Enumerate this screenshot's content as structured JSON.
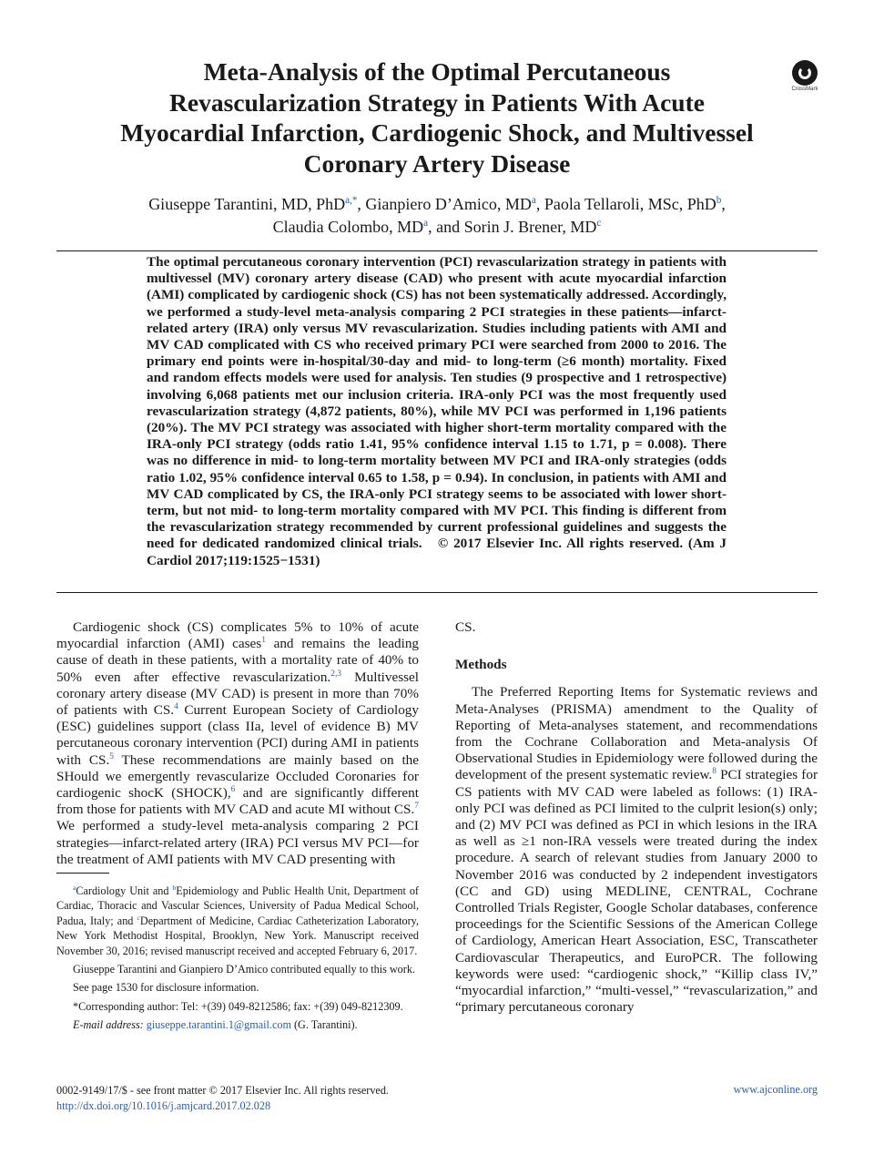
{
  "header": {
    "title_lines": [
      "Meta-Analysis of the Optimal Percutaneous",
      "Revascularization Strategy in Patients With Acute",
      "Myocardial Infarction, Cardiogenic Shock, and Multivessel",
      "Coronary Artery Disease"
    ],
    "crossmark_label": "CrossMark",
    "authors": {
      "a1": "Giuseppe Tarantini, MD, PhD",
      "a1_sup": "a,*",
      "a2": ", Gianpiero D’Amico, MD",
      "a2_sup": "a",
      "a3": ", Paola Tellaroli, MSc, PhD",
      "a3_sup": "b",
      "a3_end": ",",
      "a4": "Claudia Colombo, MD",
      "a4_sup": "a",
      "a5": ", and Sorin J. Brener, MD",
      "a5_sup": "c"
    }
  },
  "abstract": "The optimal percutaneous coronary intervention (PCI) revascularization strategy in patients with multivessel (MV) coronary artery disease (CAD) who present with acute myocardial infarction (AMI) complicated by cardiogenic shock (CS) has not been systematically addressed. Accordingly, we performed a study-level meta-analysis comparing 2 PCI strategies in these patients—infarct-related artery (IRA) only versus MV revascularization. Studies including patients with AMI and MV CAD complicated with CS who received primary PCI were searched from 2000 to 2016. The primary end points were in-hospital/30-day and mid- to long-term (≥6 month) mortality. Fixed and random effects models were used for analysis. Ten studies (9 prospective and 1 retrospective) involving 6,068 patients met our inclusion criteria. IRA-only PCI was the most frequently used revascularization strategy (4,872 patients, 80%), while MV PCI was performed in 1,196 patients (20%). The MV PCI strategy was associated with higher short-term mortality compared with the IRA-only PCI strategy (odds ratio 1.41, 95% confidence interval 1.15 to 1.71, p = 0.008). There was no difference in mid- to long-term mortality between MV PCI and IRA-only strategies (odds ratio 1.02, 95% confidence interval 0.65 to 1.58, p = 0.94). In conclusion, in patients with AMI and MV CAD complicated by CS, the IRA-only PCI strategy seems to be associated with lower short-term, but not mid- to long-term mortality compared with MV PCI. This finding is different from the revascularization strategy recommended by current professional guidelines and suggests the need for dedicated randomized clinical trials.   © 2017 Elsevier Inc. All rights reserved. (Am J Cardiol 2017;119:1525−1531)",
  "intro": {
    "t1": "Cardiogenic shock (CS) complicates 5% to 10% of acute myocardial infarction (AMI) cases",
    "s1": "1",
    "t2": " and remains the leading cause of death in these patients, with a mortality rate of 40% to 50% even after effective revascularization.",
    "s2": "2,3",
    "t3": " Multivessel coronary artery disease (MV CAD) is present in more than 70% of patients with CS.",
    "s3": "4",
    "t4": " Current European Society of Cardiology (ESC) guidelines support (class IIa, level of evidence B) MV percutaneous coronary intervention (PCI) during AMI in patients with CS.",
    "s4": "5",
    "t5": " These recommendations are mainly based on the SHould we emergently revascularize Occluded Coronaries for cardiogenic shocK (SHOCK),",
    "s5": "6",
    "t6": " and are significantly different from those for patients with MV CAD and acute MI without CS.",
    "s6": "7",
    "t7": " We performed a study-level meta-analysis comparing 2 PCI strategies—infarct-related artery (IRA) PCI versus MV PCI—for the treatment of AMI patients with MV CAD presenting with CS."
  },
  "methods": {
    "heading": "Methods",
    "t1": "The Preferred Reporting Items for Systematic reviews and Meta-Analyses (PRISMA) amendment to the Quality of Reporting of Meta-analyses statement, and recommendations from the Cochrane Collaboration and Meta-analysis Of Observational Studies in Epidemiology were followed during the development of the present systematic review.",
    "s1": "8",
    "t2": " PCI strategies for CS patients with MV CAD were labeled as follows: (1) IRA-only PCI was defined as PCI limited to the culprit lesion(s) only; and (2) MV PCI was defined as PCI in which lesions in the IRA as well as ≥1 non-IRA vessels were treated during the index procedure. A search of relevant studies from January 2000 to November 2016 was conducted by 2 independent investigators (CC and GD) using MEDLINE, CENTRAL, Cochrane Controlled Trials Register, Google Scholar databases, conference proceedings for the Scientific Sessions of the American College of Cardiology, American Heart Association, ESC, Transcatheter Cardiovascular Therapeutics, and EuroPCR. The following keywords were used: “cardiogenic shock,” “Killip class IV,” “myocardial infarction,” “multi-vessel,” “revascularization,” and “primary percutaneous coronary"
  },
  "footnotes": {
    "aff_sup_a": "a",
    "aff_t1": "Cardiology Unit and ",
    "aff_sup_b": "b",
    "aff_t2": "Epidemiology and Public Health Unit, Department of Cardiac, Thoracic and Vascular Sciences, University of Padua Medical School, Padua, Italy; and ",
    "aff_sup_c": "c",
    "aff_t3": "Department of Medicine, Cardiac Catheterization Laboratory, New York Methodist Hospital, Brooklyn, New York. Manuscript received November 30, 2016; revised manuscript received and accepted February 6, 2017.",
    "equal": "Giuseppe Tarantini and Gianpiero D’Amico contributed equally to this work.",
    "disclosure": "See page 1530 for disclosure information.",
    "corresponding": "*Corresponding author: Tel: +(39) 049-8212586; fax: +(39) 049-8212309.",
    "email_label": "E-mail address:",
    "email": "giuseppe.tarantini.1@gmail.com",
    "email_name": " (G. Tarantini)."
  },
  "footer": {
    "issn": "0002-9149/17/$ - see front matter © 2017 Elsevier Inc. All rights reserved.",
    "doi": "http://dx.doi.org/10.1016/j.amjcard.2017.02.028",
    "website": "www.ajconline.org"
  }
}
